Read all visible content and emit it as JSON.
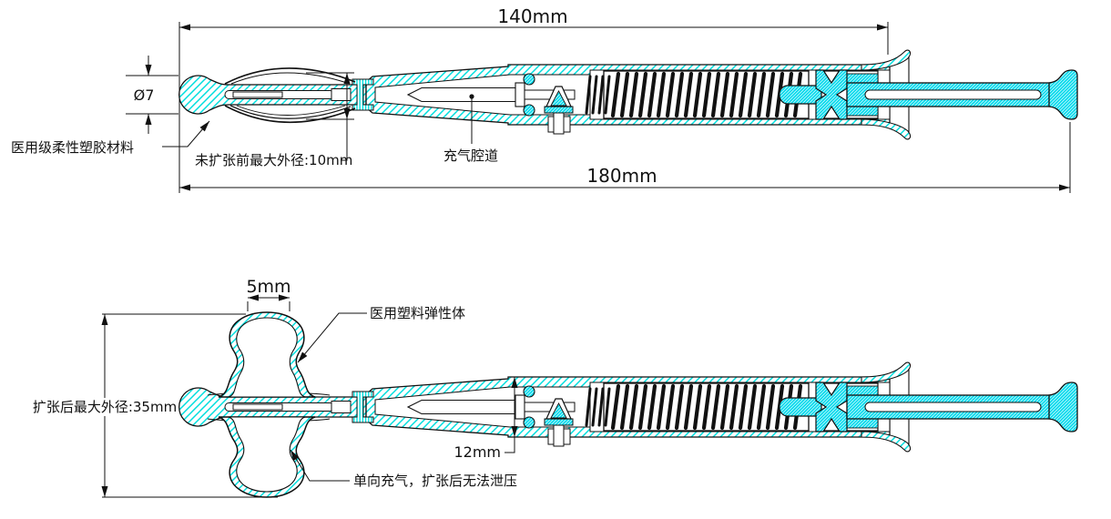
{
  "drawing": {
    "views": {
      "collapsed": {
        "dim_body_length": "140mm",
        "dim_total_length": "180mm",
        "dim_tip_diameter": "Ø7",
        "label_tip_material": "医用级柔性塑胶材料",
        "label_max_od_before": "未扩张前最大外径:10mm",
        "label_air_channel": "充气腔道"
      },
      "expanded": {
        "dim_lobe_width": "5mm",
        "dim_body_diameter": "12mm",
        "label_max_od_after": "扩张后最大外径:35mm",
        "label_elastomer": "医用塑料弹性体",
        "label_one_way": "单向充气，扩张后无法泄压"
      }
    },
    "colors": {
      "section_hatch_cyan": "#00dede",
      "component_cyan": "#00d9ec",
      "line_black": "#111111"
    }
  }
}
